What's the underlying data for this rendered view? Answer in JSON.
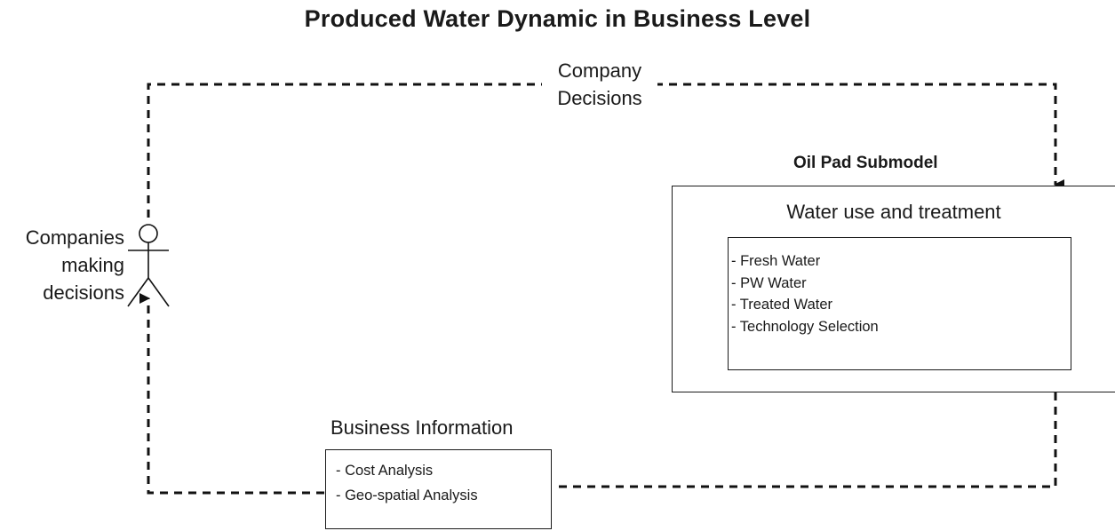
{
  "title": "Produced Water Dynamic in Business Level",
  "top_edge_label": [
    "Company",
    "Decisions"
  ],
  "actor": {
    "label": [
      "Companies",
      "making",
      "decisions"
    ]
  },
  "submodel": {
    "heading": "Oil Pad Submodel",
    "box_title": "Water use and treatment",
    "items": [
      "- Fresh Water",
      "- PW Water",
      "- Treated Water",
      "- Technology Selection"
    ]
  },
  "business": {
    "heading": "Business Information",
    "items": [
      "- Cost Analysis",
      "- Geo-spatial Analysis"
    ]
  }
}
